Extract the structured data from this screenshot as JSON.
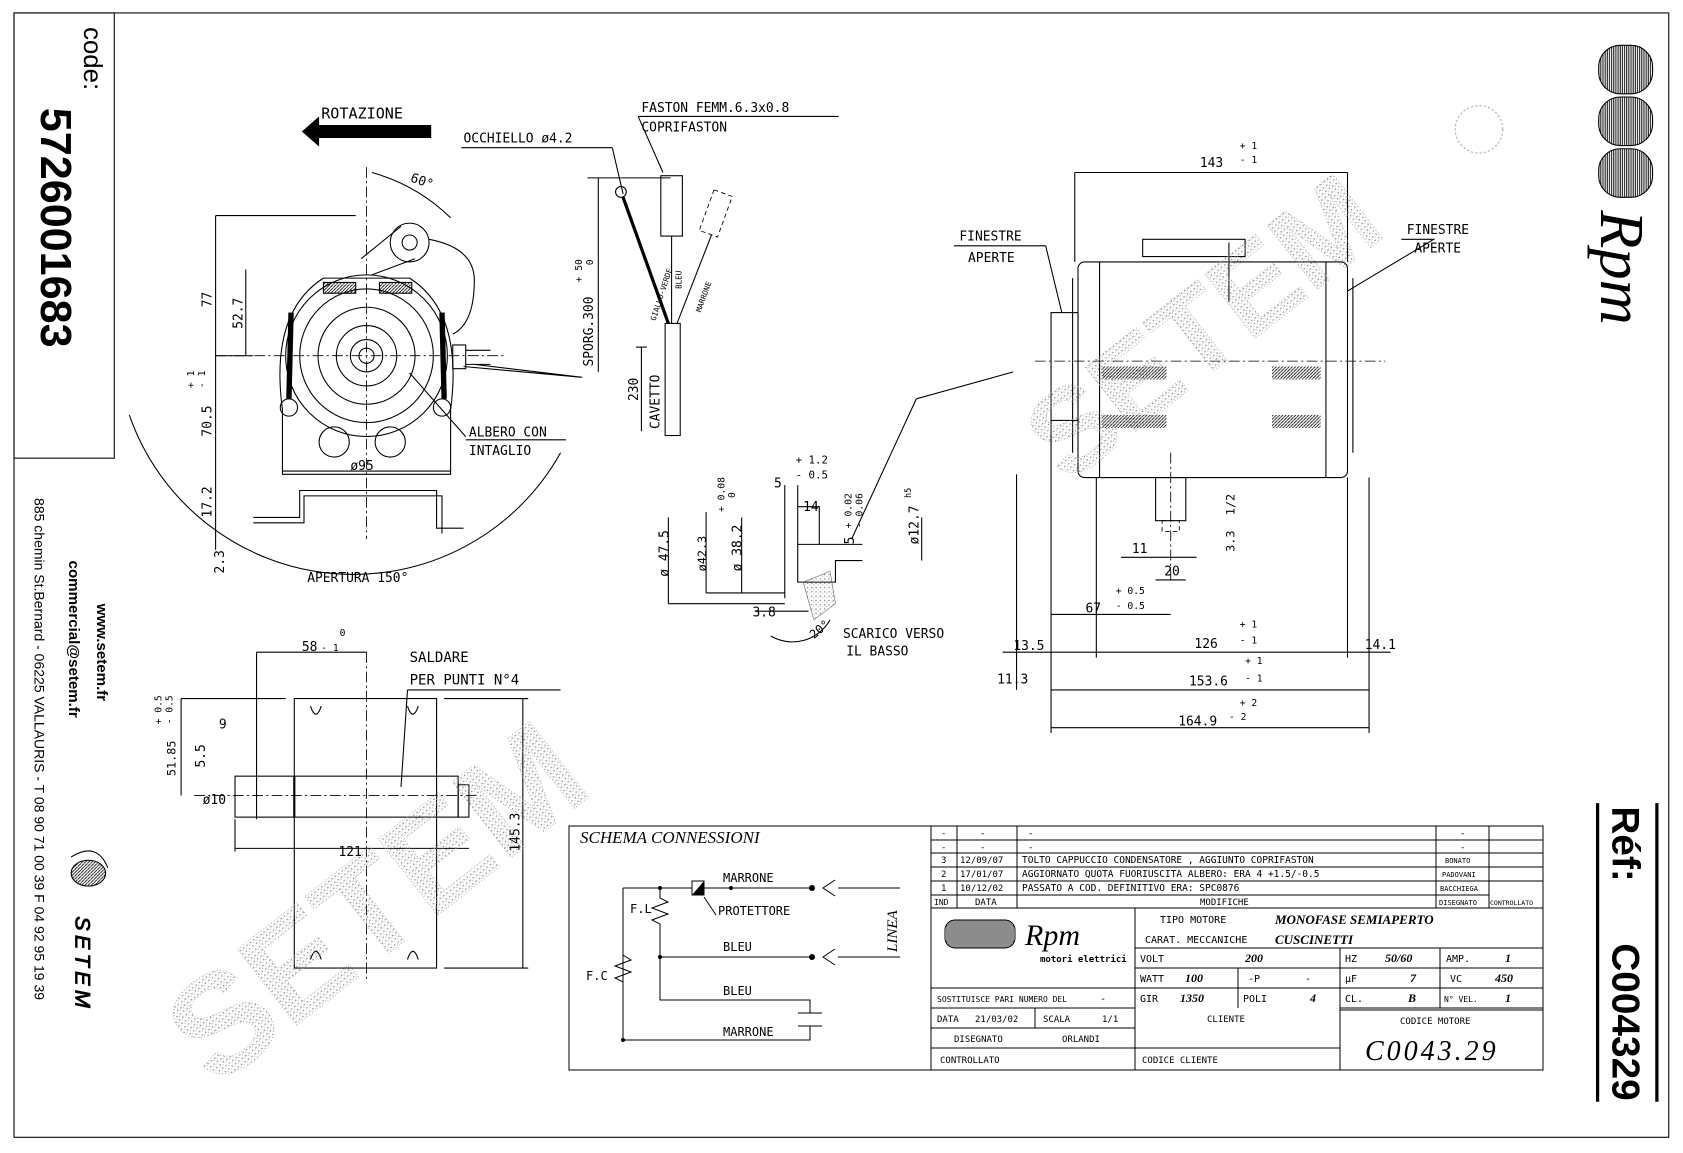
{
  "sidebar": {
    "code_label": "code:",
    "code_value": "5726001683",
    "website": "www.setem.fr",
    "email": "commercial@setem.fr",
    "address": "885 chemin St.Bernard - 06225 VALLAURIS - T 08 90 71 00 39  F 04 92 95 19 39",
    "brand": "SETEM"
  },
  "right_panel": {
    "brand": "Rpm",
    "ref_label": "Réf:",
    "ref_value": "C004329"
  },
  "watermark": "SETEM",
  "front_view": {
    "rotation": "ROTAZIONE",
    "ring_terminal": "OCCHIELLO ø4.2",
    "faston": "FASTON FEMM.6.3x0.8",
    "faston_cover": "COPRIFASTON",
    "angle": "60°",
    "dim_77": "77",
    "dim_52_7": "52.7",
    "dim_70_5": "70.5",
    "tol_p1": "+ 1",
    "tol_m1": "- 1",
    "dim_17_2": "17.2",
    "dim_2_3": "2.3",
    "dim_95": "ø95",
    "shaft_1": "ALBERO CON",
    "shaft_2": "INTAGLIO",
    "opening": "APERTURA 150°",
    "protrusion": "SPORG.300",
    "protrusion_tol_p": "+ 50",
    "protrusion_tol_m": "0",
    "cable_len": "230",
    "cable": "CAVETTO",
    "wire_gv": "GIALLO-VERDE",
    "wire_bleu": "BLEU",
    "wire_marrone": "MARRONE"
  },
  "shaft_detail": {
    "dim_5a": "5",
    "tol_p12": "+ 1.2",
    "tol_m05": "- 0.5",
    "dim_14": "14",
    "tol_p002": "+ 0.02",
    "tol_m006": "- 0.06",
    "dim_5b": "5",
    "dim_12_7": "ø12.7",
    "fit_h5": "h5",
    "dim_47_5": "ø 47.5",
    "dim_42_3": "ø42.3",
    "tol_p008": "+ 0.08",
    "tol_0": "0",
    "dim_38_2": "ø 38.2",
    "dim_3_8": "3.8",
    "angle_20": "20°",
    "drain_1": "SCARICO VERSO",
    "drain_2": "IL BASSO"
  },
  "side_view": {
    "dim_143": "143",
    "tol_p1": "+ 1",
    "tol_m1": "- 1",
    "windows_1": "FINESTRE",
    "windows_2": "APERTE",
    "dim_1_2": "1/2",
    "dim_3_3": "3.3",
    "dim_11": "11",
    "dim_20": "20",
    "dim_67": "67",
    "tol_p05": "+ 0.5",
    "tol_m05": "- 0.5",
    "dim_13_5": "13.5",
    "dim_126": "126",
    "dim_14_1": "14.1",
    "dim_11_3": "11.3",
    "dim_153_6": "153.6",
    "dim_164_9": "164.9",
    "tol_p2": "+ 2",
    "tol_m2": "- 2"
  },
  "bottom_view": {
    "dim_58": "58",
    "tol_m1": "- 1",
    "tol_0": "0",
    "weld_1": "SALDARE",
    "weld_2": "PER PUNTI N°4",
    "dim_51_85": "51.85",
    "tol_p05": "+ 0.5",
    "tol_m05": "- 0.5",
    "dim_9": "9",
    "dim_5_5": "5.5",
    "dim_10": "ø10",
    "dim_121": "121",
    "dim_145_3": "145.3"
  },
  "schema": {
    "title": "SCHEMA CONNESSIONI",
    "marrone_top": "MARRONE",
    "protector": "PROTETTORE",
    "fl": "F.L",
    "fc": "F.C",
    "bleu_1": "BLEU",
    "bleu_2": "BLEU",
    "marrone_bottom": "MARRONE",
    "line": "LINEA"
  },
  "revisions": {
    "rows": [
      {
        "ind": "-",
        "date": "-",
        "desc": "-",
        "by": "-"
      },
      {
        "ind": "-",
        "date": "-",
        "desc": "-",
        "by": "-"
      },
      {
        "ind": "3",
        "date": "12/09/07",
        "desc": "TOLTO CAPPUCCIO CONDENSATORE , AGGIUNTO COPRIFASTON",
        "by": "BONATO"
      },
      {
        "ind": "2",
        "date": "17/01/07",
        "desc": "AGGIORNATO QUOTA FUORIUSCITA ALBERO: ERA 4 +1.5/-0.5",
        "by": "PADOVANI"
      },
      {
        "ind": "1",
        "date": "10/12/02",
        "desc": "PASSATO A COD. DEFINITIVO ERA: SPC0876",
        "by": "BACCHIEGA"
      }
    ],
    "header": {
      "ind": "IND",
      "date": "DATA",
      "desc": "MODIFICHE",
      "by": "DISEGNATO",
      "checked": "CONTROLLATO"
    }
  },
  "title_block": {
    "logo_text": "Rpm",
    "logo_sub": "motori elettrici",
    "tipo_label": "TIPO MOTORE",
    "tipo_value": "MONOFASE SEMIAPERTO",
    "carat_label": "CARAT. MECCANICHE",
    "carat_value": "CUSCINETTI",
    "volt_label": "VOLT",
    "volt_value": "200",
    "hz_label": "HZ",
    "hz_value": "50/60",
    "amp_label": "AMP.",
    "amp_value": "1",
    "watt_label": "WATT",
    "watt_value": "100",
    "p_label": "-P",
    "p_value": "-",
    "uf_label": "µF",
    "uf_value": "7",
    "vc_label": "VC",
    "vc_value": "450",
    "gir_label": "GIR",
    "gir_value": "1350",
    "poli_label": "POLI",
    "poli_value": "4",
    "cl_label": "CL.",
    "cl_value": "B",
    "vel_label": "N° VEL.",
    "vel_value": "1",
    "replaces_label": "SOSTITUISCE PARI NUMERO DEL",
    "replaces_value": "-",
    "date_label": "DATA",
    "date_value": "21/03/02",
    "scale_label": "SCALA",
    "scale_value": "1/1",
    "drawn_label": "DISEGNATO",
    "drawn_value": "ORLANDI",
    "checked_label": "CONTROLLATO",
    "client_label": "CLIENTE",
    "client_code_label": "CODICE CLIENTE",
    "motor_code_label": "CODICE MOTORE",
    "motor_code_value": "C0043.29"
  }
}
